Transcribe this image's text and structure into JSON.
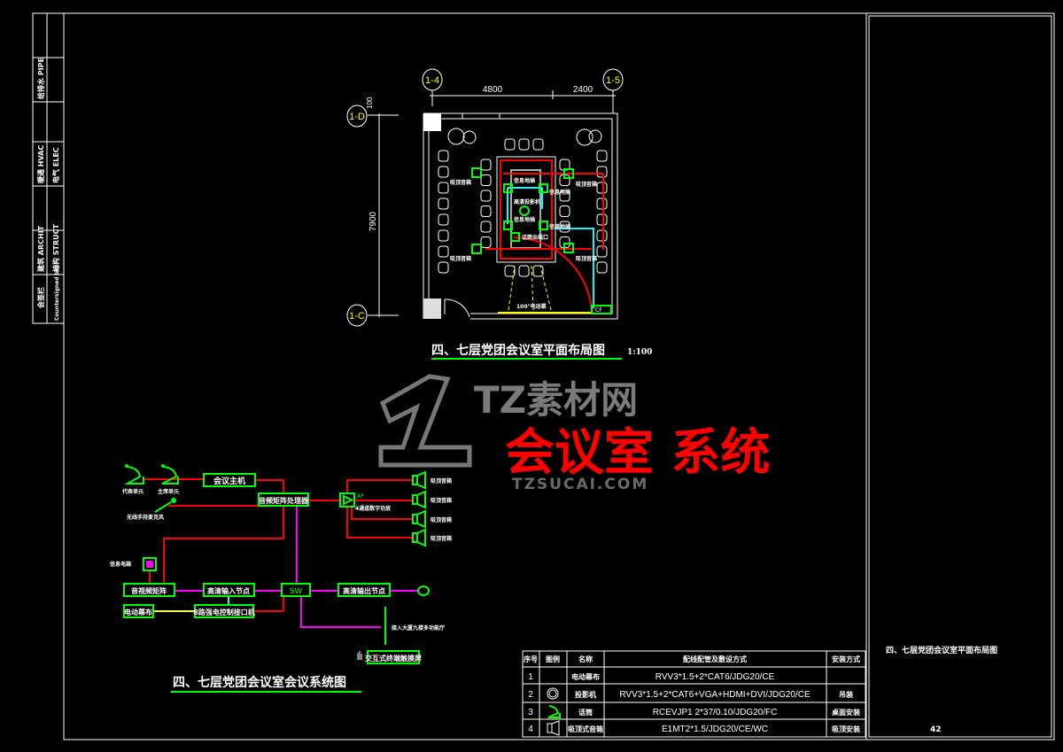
{
  "title_block": {
    "cells": [
      "给排水 PIPE",
      "暖通 HVAC",
      "电气 ELEC",
      "建筑 ARCHIT",
      "结构 STRUCT",
      "会签栏",
      "Countersigned bar"
    ]
  },
  "floor_plan": {
    "grid_labels": [
      "1-4",
      "1-5",
      "1-D",
      "1-C"
    ],
    "dimensions": [
      "4800",
      "2400",
      "7900",
      "100"
    ],
    "labels": {
      "speaker": "吸顶音箱",
      "floor_socket": "信息地插",
      "projector": "高清投影机",
      "mic_outlet": "话筒出线口",
      "screen": "100\"电动幕",
      "cf": "CF"
    },
    "title": "四、七层党团会议室平面布局图",
    "scale": "1:100"
  },
  "system_diagram": {
    "delegate_unit": "代表单元",
    "chairman_unit": "主席单元",
    "wireless_mic": "无线手持麦克风",
    "conference_host": "会议主机",
    "audio_matrix": "音频矩阵处理器",
    "ap": "AP",
    "amplifier": "4通道数字功放",
    "speaker": "吸顶音箱",
    "info_box": "信息电箱",
    "av_matrix": "音视频矩阵",
    "hd_input": "高清输入节点",
    "sw": "SW",
    "hd_output": "高清输出节点",
    "screen": "电动幕布",
    "power_control": "8路强电控制接口机",
    "link": "接入大厦九楼多功能厅",
    "touch_screen": "交互式终端触摸屏",
    "title": "四、七层党团会议室会议系统图"
  },
  "legend_table": {
    "headers": [
      "序号",
      "图例",
      "名称",
      "配线配管及敷设方式",
      "安装方式"
    ],
    "rows": [
      {
        "no": "1",
        "name": "电动幕布",
        "wiring": "RVV3*1.5+2*CAT6/JDG20/CE",
        "install": ""
      },
      {
        "no": "2",
        "name": "投影机",
        "wiring": "RVV3*1.5+2*CAT6+VGA+HDMI+DVI/JDG20/CE",
        "install": "吊装"
      },
      {
        "no": "3",
        "name": "话筒",
        "wiring": "RCEVJP1  2*37/0.10/JDG20/FC",
        "install": "桌面安装"
      },
      {
        "no": "4",
        "name": "吸顶式音箱",
        "wiring": "E1MT2*1.5/JDG20/CE/WC",
        "install": "吸顶安装"
      }
    ]
  },
  "right_panel": {
    "drawing_name": "四、七层党团会议室平面布局图",
    "sheet_number": "42"
  },
  "watermark": {
    "brand": "TZ素材网",
    "domain": "TZSUCAI.COM",
    "overlay": "会议室 系统"
  },
  "colors": {
    "background": "#000000",
    "line_red": "#ff0000",
    "line_green": "#00ff00",
    "line_magenta": "#ff00ff",
    "line_cyan": "#00ffff",
    "line_yellow": "#ffff00"
  }
}
